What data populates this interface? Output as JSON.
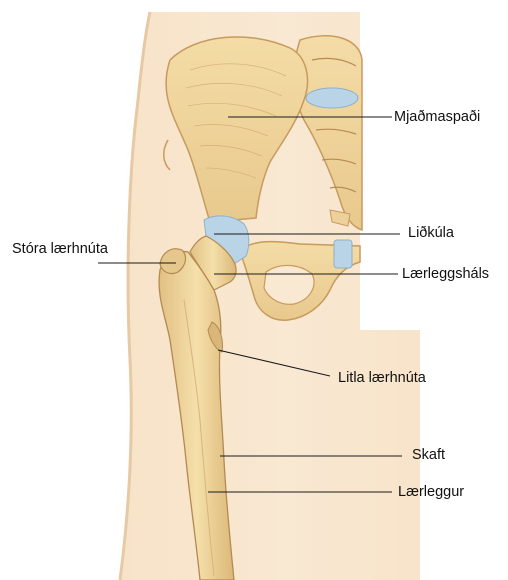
{
  "labels": {
    "mjadmaspadi": "Mjaðmaspaði",
    "lidkula": "Liðkúla",
    "stora_laerhnuta": "Stóra lærhnúta",
    "laerleggshals": "Lærleggsháls",
    "litla_laerhnuta": "Litla lærhnúta",
    "skaft": "Skaft",
    "laerleggur": "Lærleggur"
  },
  "colors": {
    "skin": "#f6dec0",
    "skin_shadow": "#e9c9a2",
    "bone": "#f0d79f",
    "bone_shadow": "#d9b77a",
    "bone_outline": "#b38a52",
    "cartilage": "#b9d4e6",
    "leader_line": "#1a1a1a"
  }
}
